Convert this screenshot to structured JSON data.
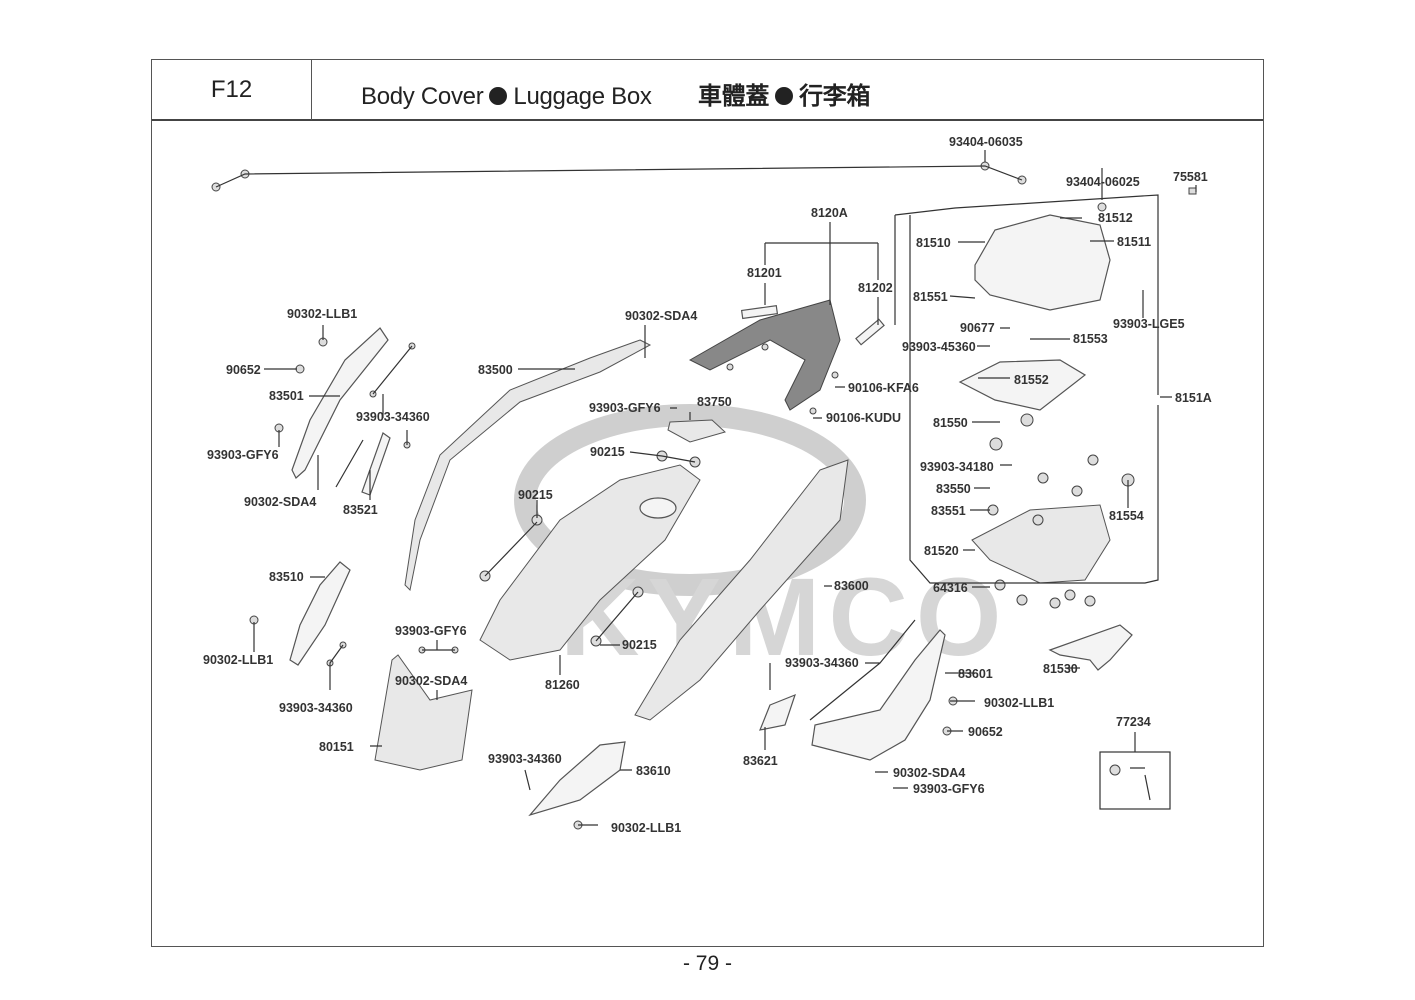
{
  "header": {
    "figure_id": "F12",
    "title_en_part1": "Body Cover",
    "title_en_part2": "Luggage Box",
    "title_zh_part1": "車體蓋",
    "title_zh_part2": "行李箱"
  },
  "watermark": {
    "brand": "KYMCO"
  },
  "page_number": "- 79 -",
  "callouts": {
    "c93404_06035": "93404-06035",
    "c93404_06025": "93404-06025",
    "c75581": "75581",
    "c8120A": "8120A",
    "c81512": "81512",
    "c81510": "81510",
    "c81511": "81511",
    "c81201": "81201",
    "c81202": "81202",
    "c81551": "81551",
    "c90677": "90677",
    "c81553": "81553",
    "c93903_LGE5": "93903-LGE5",
    "c93903_45360": "93903-45360",
    "c81552": "81552",
    "c8151A": "8151A",
    "c81550": "81550",
    "c93903_34180": "93903-34180",
    "c83550": "83550",
    "c83551": "83551",
    "c81554": "81554",
    "c81520": "81520",
    "c64316": "64316",
    "c81530": "81530",
    "c77234": "77234",
    "c90302_LLB1_a": "90302-LLB1",
    "c90652_a": "90652",
    "c83501": "83501",
    "c93903_34360_a": "93903-34360",
    "c93903_GFY6_a": "93903-GFY6",
    "c90302_SDA4_a": "90302-SDA4",
    "c83521": "83521",
    "c90302_SDA4_b": "90302-SDA4",
    "c83500": "83500",
    "c93903_GFY6_b": "93903-GFY6",
    "c83750": "83750",
    "c90106_KFA6": "90106-KFA6",
    "c90106_KUDU": "90106-KUDU",
    "c90215_a": "90215",
    "c90215_b": "90215",
    "c90215_c": "90215",
    "c83510": "83510",
    "c90302_LLB1_b": "90302-LLB1",
    "c93903_34360_b": "93903-34360",
    "c93903_GFY6_c": "93903-GFY6",
    "c90302_SDA4_c": "90302-SDA4",
    "c80151": "80151",
    "c81260": "81260",
    "c83600": "83600",
    "c93903_34360_c": "93903-34360",
    "c83601": "83601",
    "c90302_LLB1_c": "90302-LLB1",
    "c90652_b": "90652",
    "c83621": "83621",
    "c90302_SDA4_d": "90302-SDA4",
    "c93903_GFY6_d": "93903-GFY6",
    "c93903_34360_d": "93903-34360",
    "c83610": "83610",
    "c90302_LLB1_d": "90302-LLB1"
  }
}
